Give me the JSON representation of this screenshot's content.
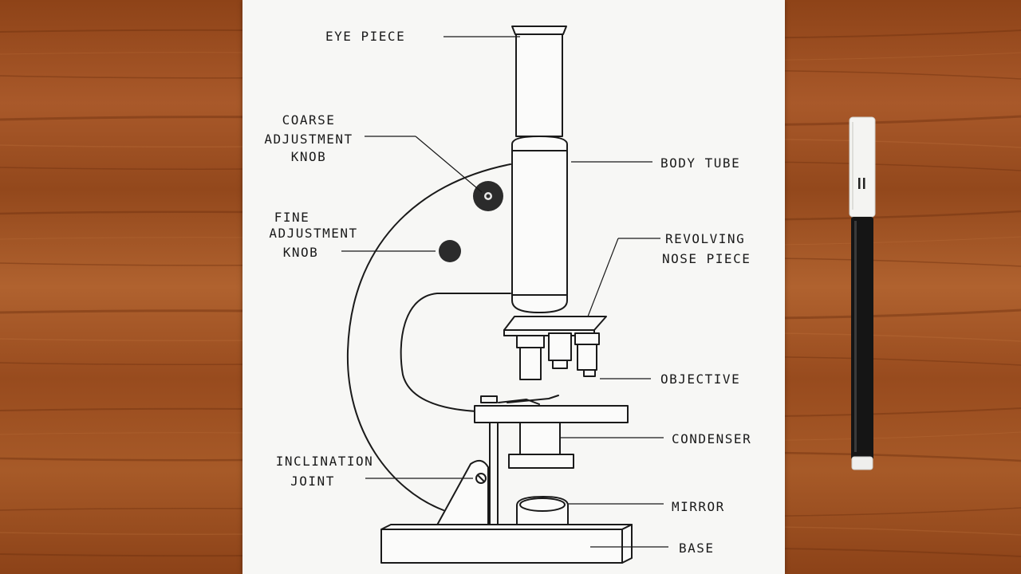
{
  "labels": {
    "eye_piece": "EYE PIECE",
    "coarse_1": "COARSE",
    "coarse_2": "ADJUSTMENT",
    "coarse_3": "KNOB",
    "body_tube": "BODY TUBE",
    "fine_1": "FINE",
    "fine_2": "ADJUSTMENT",
    "fine_3": "KNOB",
    "revolving_1": "REVOLVING",
    "revolving_2": "NOSE PIECE",
    "objective": "OBJECTIVE",
    "condenser": "CONDENSER",
    "inclination_1": "INCLINATION",
    "inclination_2": "JOINT",
    "mirror": "MIRROR",
    "base": "BASE"
  },
  "colors": {
    "wood": "#9a4a1e",
    "paper": "#f7f7f5",
    "ink": "#1a1a1a"
  }
}
